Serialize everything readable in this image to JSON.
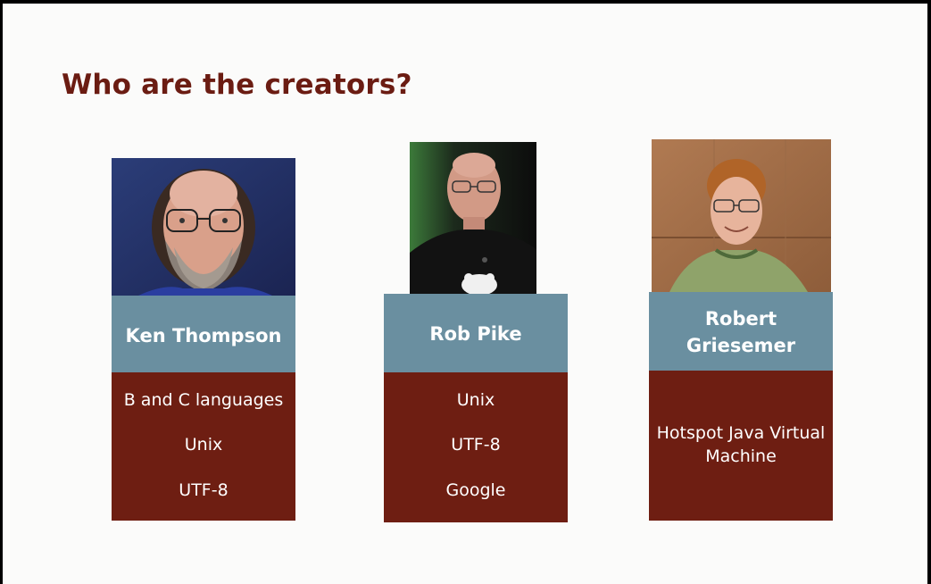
{
  "slide": {
    "title": "Who are the creators?"
  },
  "creators": [
    {
      "name": "Ken Thompson",
      "facts": [
        "B and C languages",
        "Unix",
        "UTF-8"
      ]
    },
    {
      "name": "Rob Pike",
      "facts": [
        "Unix",
        "UTF-8",
        "Google"
      ]
    },
    {
      "name": "Robert Griesemer",
      "facts": [
        "Hotspot Java Virtual Machine"
      ]
    }
  ],
  "colors": {
    "title": "#6b1c12",
    "name_bar": "#6a8fa0",
    "facts_panel": "#6e1e12",
    "background": "#fbfbfa"
  }
}
